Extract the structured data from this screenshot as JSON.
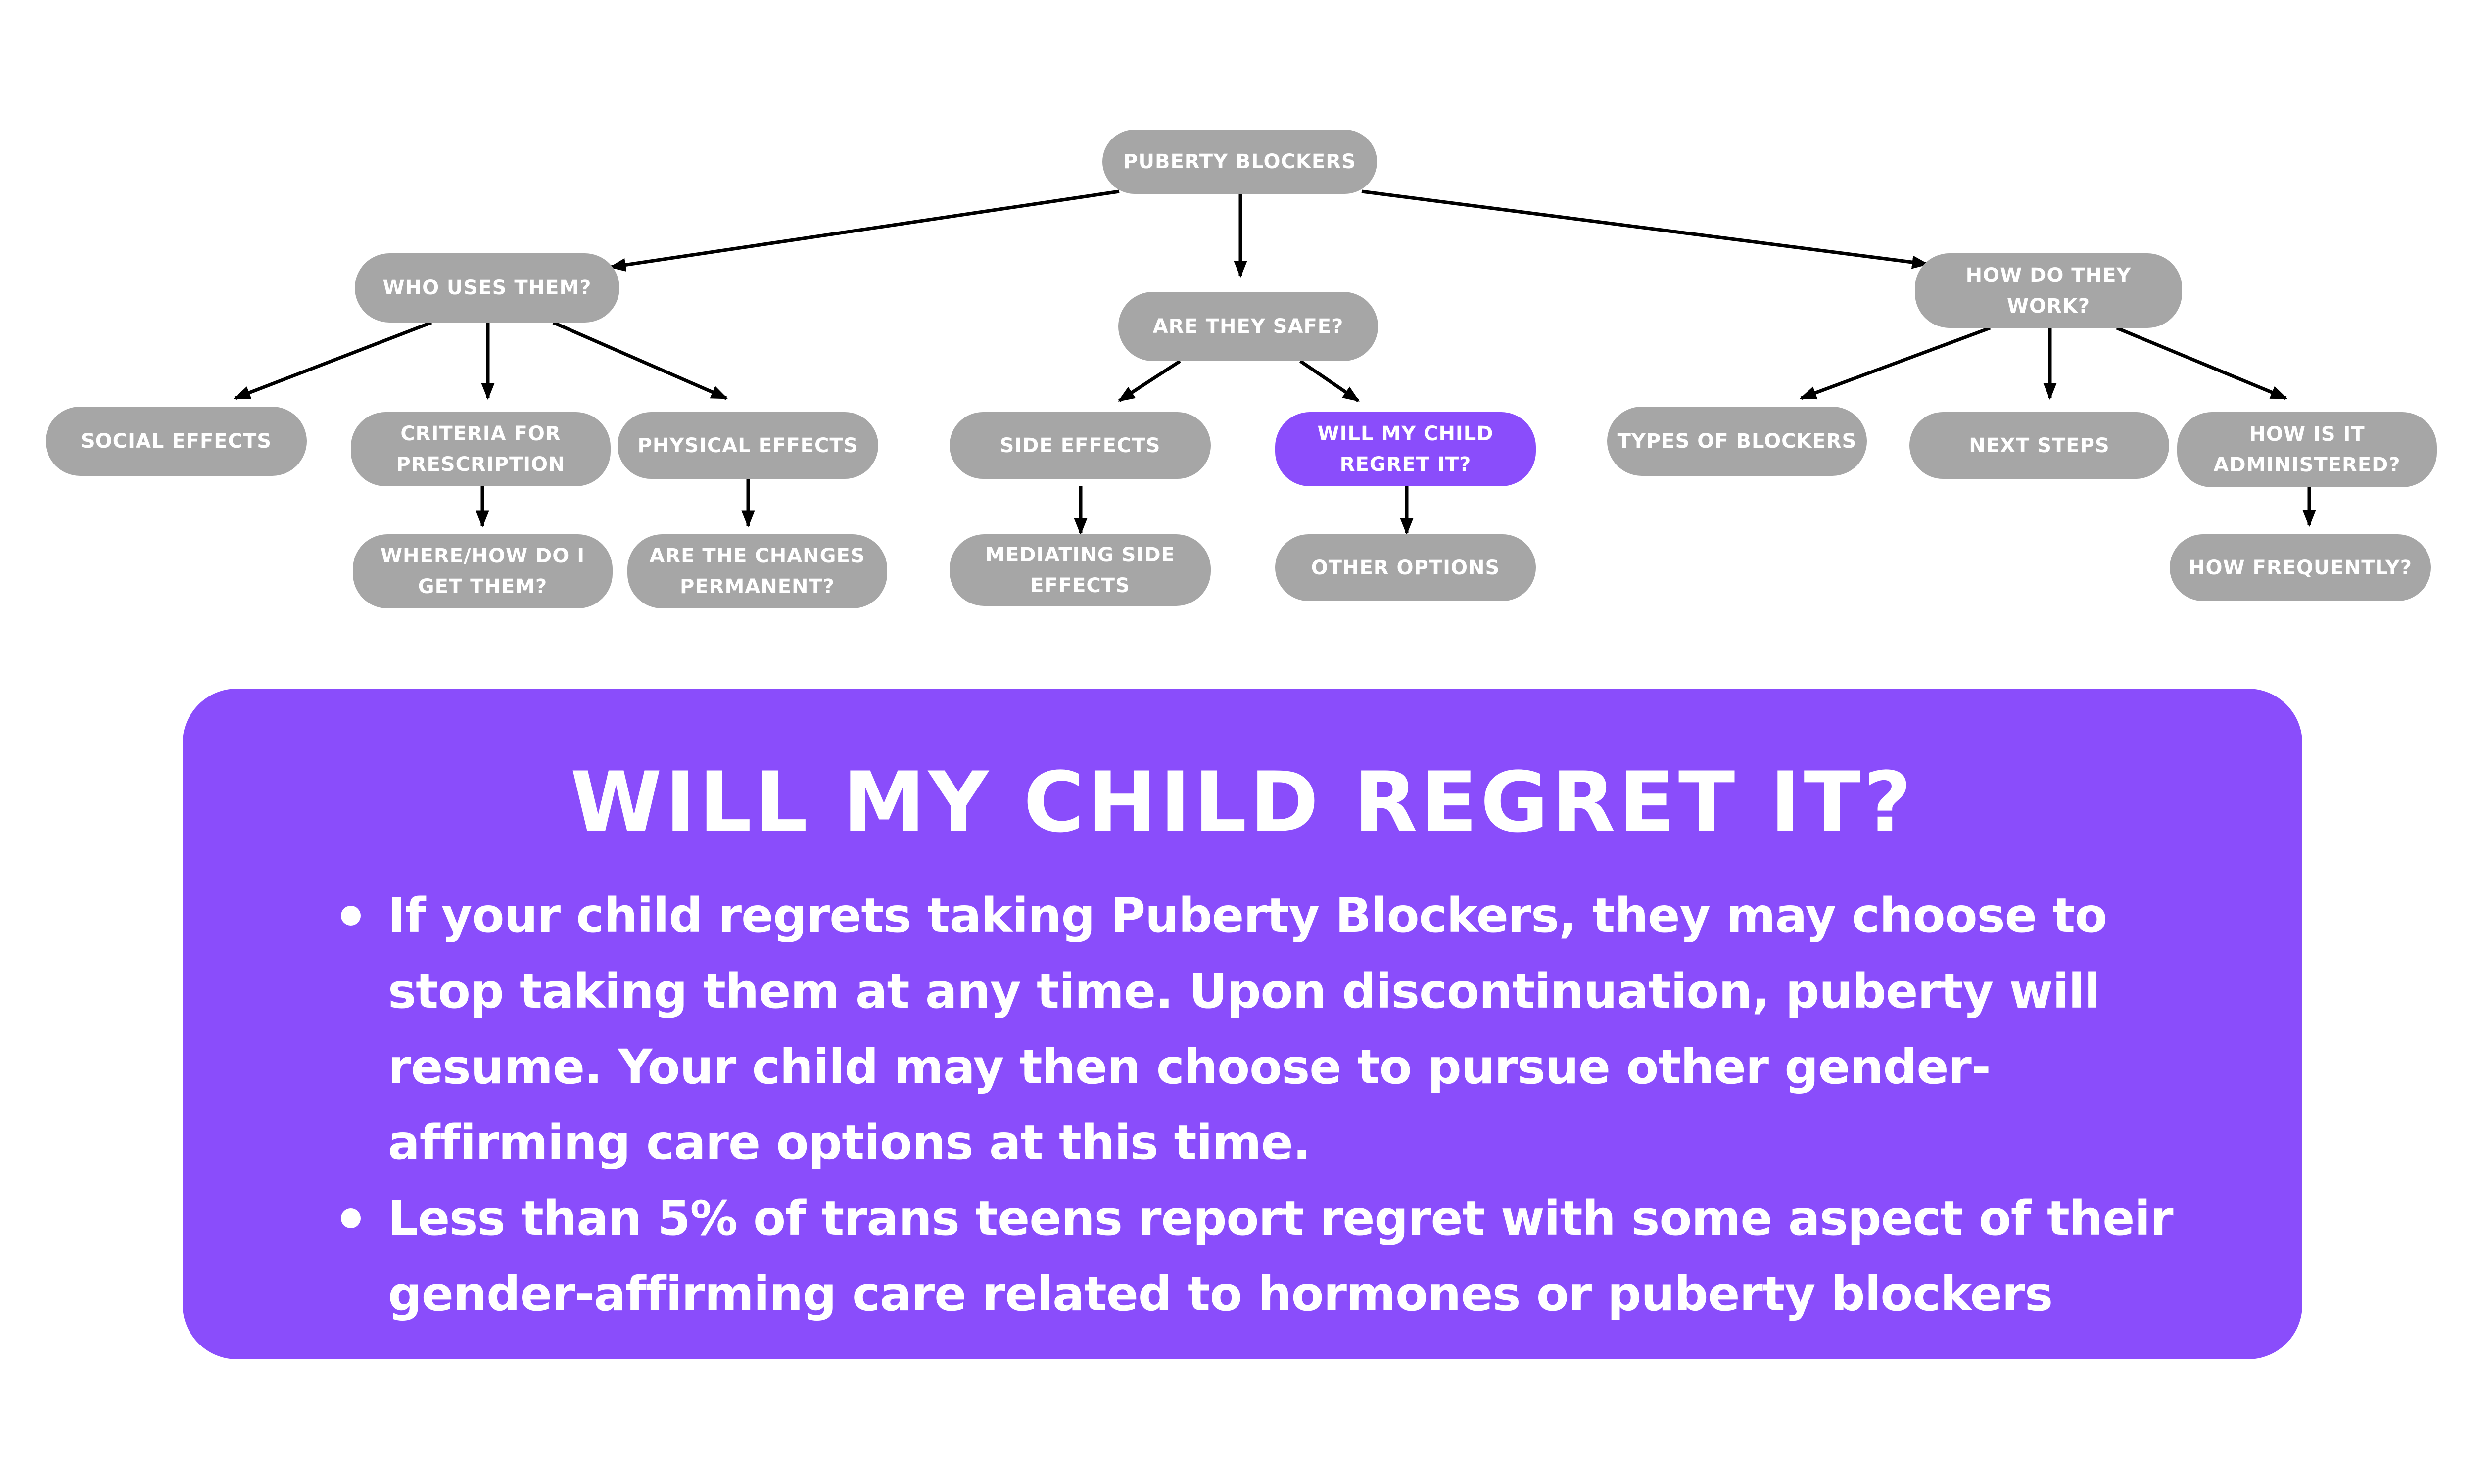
{
  "diagram": {
    "colors": {
      "node": "#a6a6a6",
      "active_node": "#8a4dfb",
      "arrow": "#000000",
      "text": "#ffffff"
    },
    "nodes": {
      "root": "PUBERTY BLOCKERS",
      "who_uses": "WHO USES THEM?",
      "are_safe": "ARE THEY SAFE?",
      "how_work": "HOW DO THEY WORK?",
      "social_effects": "SOCIAL EFFECTS",
      "criteria": "CRITERIA FOR PRESCRIPTION",
      "physical_effects": "PHYSICAL EFFECTS",
      "side_effects": "SIDE EFFECTS",
      "regret": "WILL MY CHILD REGRET IT?",
      "types": "TYPES OF BLOCKERS",
      "next_steps": "NEXT STEPS",
      "administered": "HOW IS IT ADMINISTERED?",
      "where_how": "WHERE/HOW DO I GET THEM?",
      "permanent": "ARE THE CHANGES PERMANENT?",
      "mediating": "MEDIATING SIDE EFFECTS",
      "other_options": "OTHER OPTIONS",
      "frequency": "HOW FREQUENTLY?"
    }
  },
  "panel": {
    "title": "WILL MY CHILD REGRET IT?",
    "bullets": [
      "If your child regrets taking Puberty Blockers, they may choose to stop taking them at any time. Upon discontinuation, puberty will resume. Your child may then choose to pursue other gender-affirming care options at this time.",
      "Less than 5% of trans teens report regret with some aspect of their gender-affirming care related to hormones or puberty blockers"
    ]
  }
}
